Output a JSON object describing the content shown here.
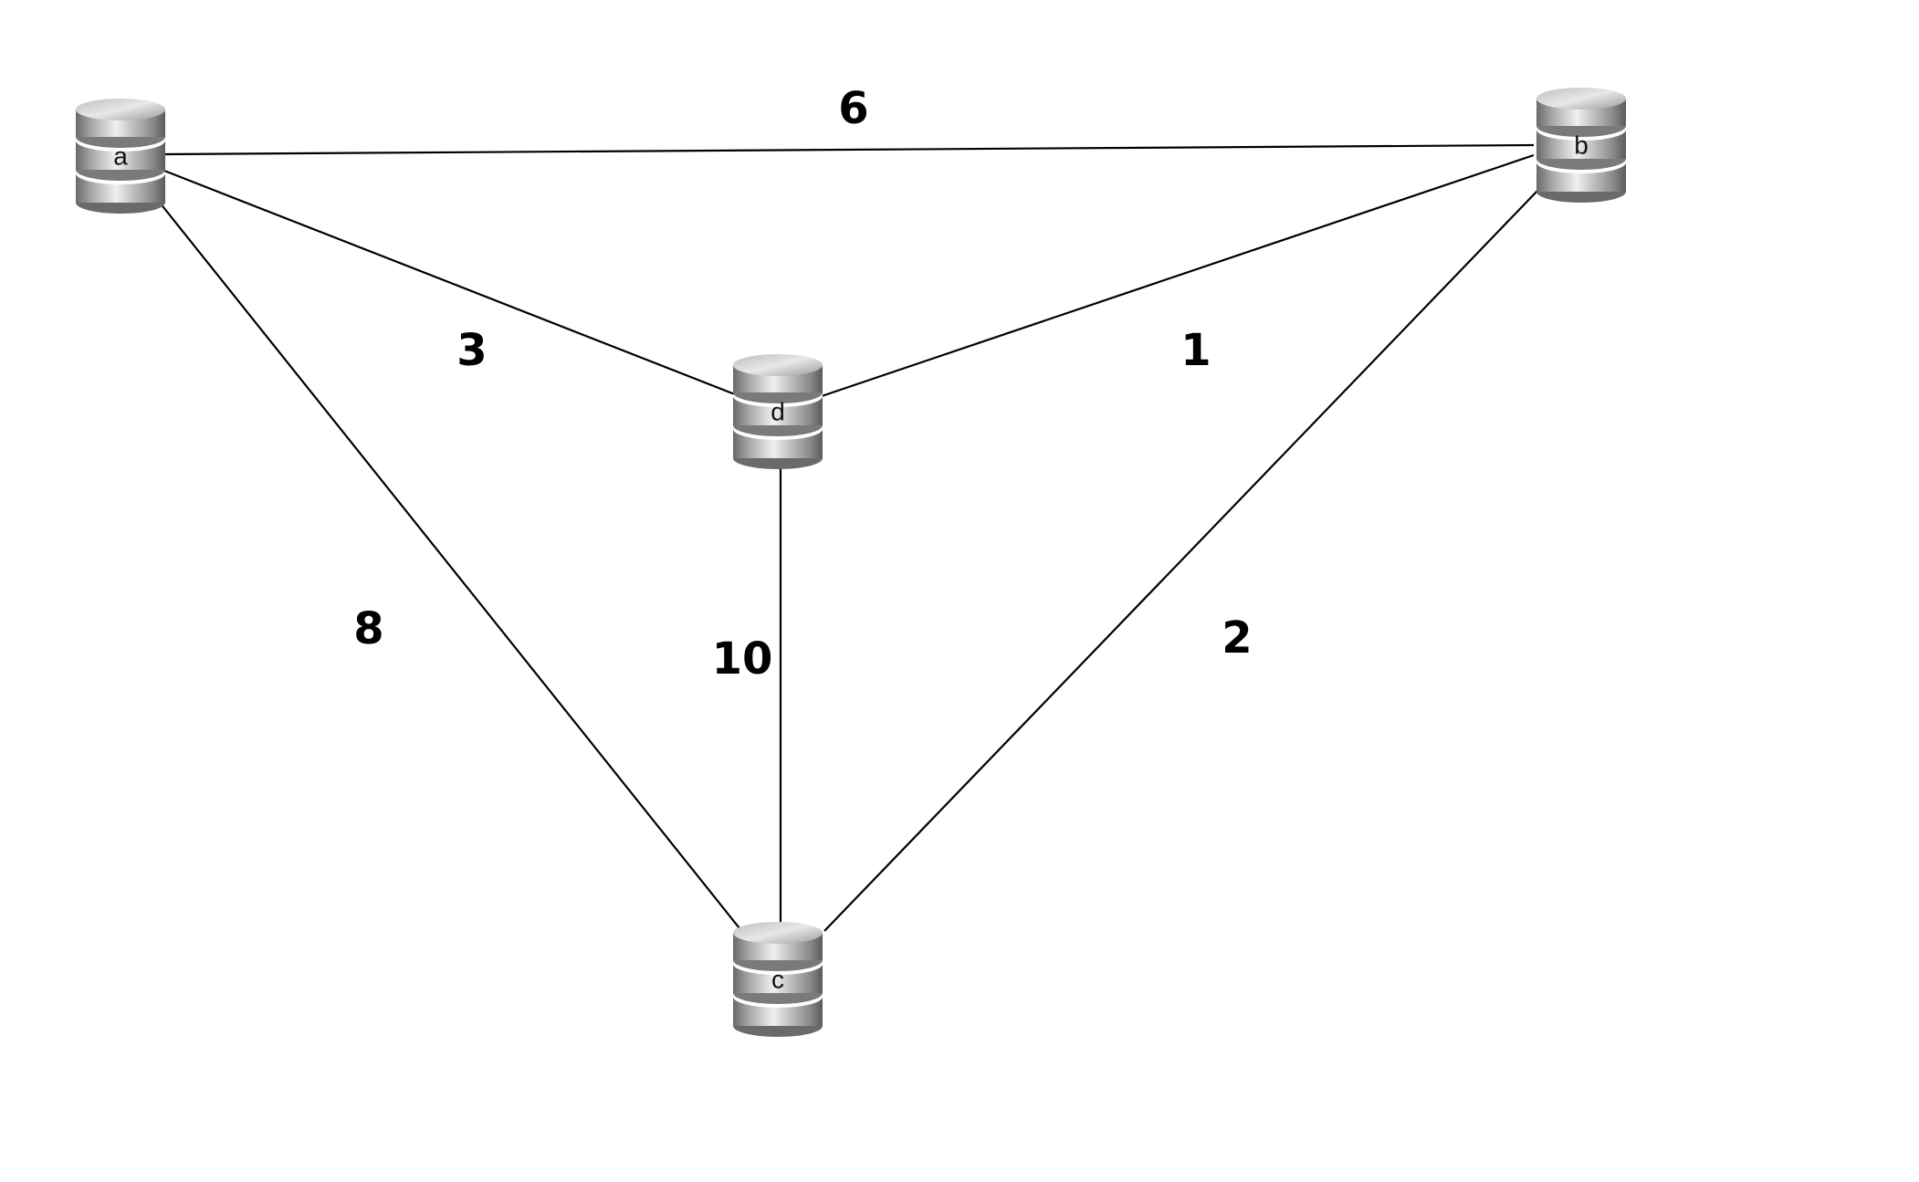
{
  "nodes": {
    "a": {
      "label": "a"
    },
    "b": {
      "label": "b"
    },
    "c": {
      "label": "c"
    },
    "d": {
      "label": "d"
    }
  },
  "edges": {
    "ab": {
      "weight": "6"
    },
    "ad": {
      "weight": "3"
    },
    "bd": {
      "weight": "1"
    },
    "ac": {
      "weight": "8"
    },
    "dc": {
      "weight": "10"
    },
    "bc": {
      "weight": "2"
    }
  },
  "colors": {
    "line": "#000000",
    "cylinder_light": "#e6e6e6",
    "cylinder_mid": "#9c9c9c",
    "cylinder_dark": "#5e5e5e"
  },
  "icons": {
    "node": "database-icon"
  }
}
